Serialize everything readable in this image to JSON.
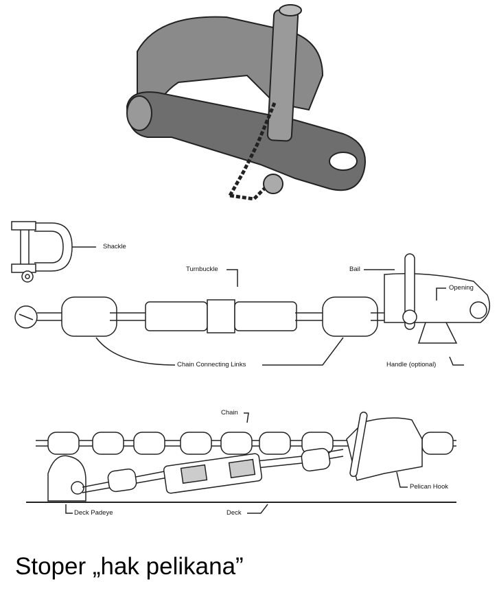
{
  "labels": {
    "shackle": "Shackle",
    "turnbuckle": "Turnbuckle",
    "bail": "Bail",
    "opening": "Opening",
    "chain_connecting_links": "Chain Connecting Links",
    "handle": "Handle (optional)",
    "chain": "Chain",
    "pelican_hook": "Pelican Hook",
    "deck_padeye": "Deck Padeye",
    "deck": "Deck"
  },
  "title": "Stoper „hak pelikana”"
}
